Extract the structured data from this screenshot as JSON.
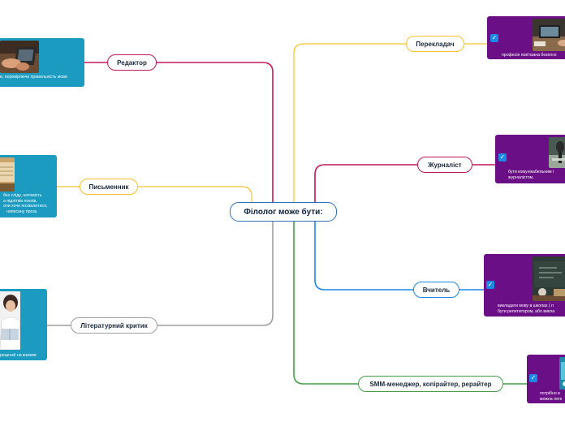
{
  "central": {
    "label": "Філолог  може бути:"
  },
  "branches": {
    "editor": {
      "label": "Редактор",
      "color": "#c2185b"
    },
    "writer": {
      "label": "Письменник",
      "color": "#fbc02d"
    },
    "critic": {
      "label": "Літературний критик",
      "color": "#9e9e9e"
    },
    "translator": {
      "label": "Перекладач",
      "color": "#fbc02d"
    },
    "journalist": {
      "label": "Журналіст",
      "color": "#c2185b"
    },
    "teacher": {
      "label": "Вчитель",
      "color": "#1e88e5"
    },
    "smm": {
      "label": "SMM-менеджер, копірайтер, рерайтер",
      "color": "#43a047"
    }
  },
  "cards": {
    "editor": {
      "lines": [
        "и, перевіряючи правильність мови"
      ]
    },
    "writer": {
      "lines": [
        "без сліду, натомість",
        "а підлітків покоів,",
        "оли хоче похвалитися,",
        "написану прозу."
      ]
    },
    "critic": {
      "lines": [
        "рецензії на книжки"
      ]
    },
    "translator": {
      "lines": [
        "професія пов'язана безпосе"
      ],
      "check": "✓"
    },
    "journalist": {
      "lines": [
        "бути комунікабельним і",
        "журналістом."
      ],
      "check": "✓"
    },
    "teacher": {
      "lines": [
        "викладати мову в школах ( п",
        "бути репетитором, або викла"
      ],
      "check": "✓"
    },
    "smm": {
      "lines": [
        "потрібно в",
        "можна легк"
      ],
      "check": "✓"
    }
  },
  "icons": {
    "photo_editor": "laptop-hands-photo",
    "photo_writer": "notebook-writing-photo",
    "photo_critic": "reader-with-book-photo",
    "photo_translator": "desk-laptop-photo",
    "photo_journalist": "microphone-photo",
    "photo_teacher": "classroom-blackboard-photo",
    "photo_smm": "social-media-photo",
    "check": "checkbox-checked-icon"
  }
}
